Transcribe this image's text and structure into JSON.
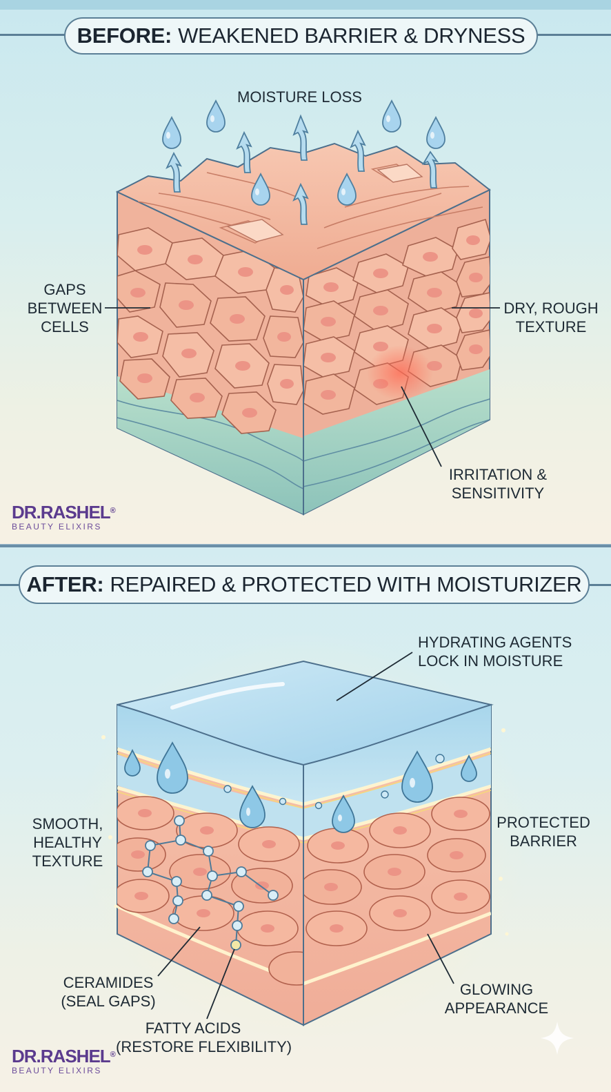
{
  "before": {
    "title_bold": "BEFORE:",
    "title_rest": "WEAKENED BARRIER & DRYNESS",
    "labels": {
      "moisture_loss": "MOISTURE LOSS",
      "gaps_line1": "GAPS",
      "gaps_line2": "BETWEEN",
      "gaps_line3": "CELLS",
      "dry_line1": "DRY, ROUGH",
      "dry_line2": "TEXTURE",
      "irritation_line1": "IRRITATION &",
      "irritation_line2": "SENSITIVITY"
    }
  },
  "after": {
    "title_bold": "AFTER:",
    "title_rest": "REPAIRED & PROTECTED WITH MOISTURIZER",
    "labels": {
      "hydrating_line1": "HYDRATING AGENTS",
      "hydrating_line2": "LOCK IN MOISTURE",
      "smooth_line1": "SMOOTH,",
      "smooth_line2": "HEALTHY",
      "smooth_line3": "TEXTURE",
      "protected_line1": "PROTECTED",
      "protected_line2": "BARRIER",
      "ceramides": "CERAMIDES",
      "ceramides_note": "(SEAL GAPS)",
      "fatty_acids": "FATTY ACIDS",
      "fatty_acids_note": "(RESTORE FLEXIBILITY)",
      "glowing_line1": "GLOWING",
      "glowing_line2": "APPEARANCE"
    }
  },
  "logo": {
    "brand": "DR.RASHEL",
    "registered": "®",
    "tagline": "BEAUTY ELIXIRS"
  },
  "colors": {
    "skin": "#f4b8a0",
    "skin_dark": "#e79a82",
    "nucleus": "#ee9688",
    "dermis": "#a9d6c2",
    "water": "#8ec8e6",
    "outline": "#4c6f8c",
    "gel": "#a9d8ee",
    "lipid": "#fff3c0",
    "brand": "#5b3b8e"
  },
  "icons": [
    "water-drop-icon",
    "arrow-up-icon",
    "lipid-molecule-icon",
    "sparkle-icon"
  ]
}
